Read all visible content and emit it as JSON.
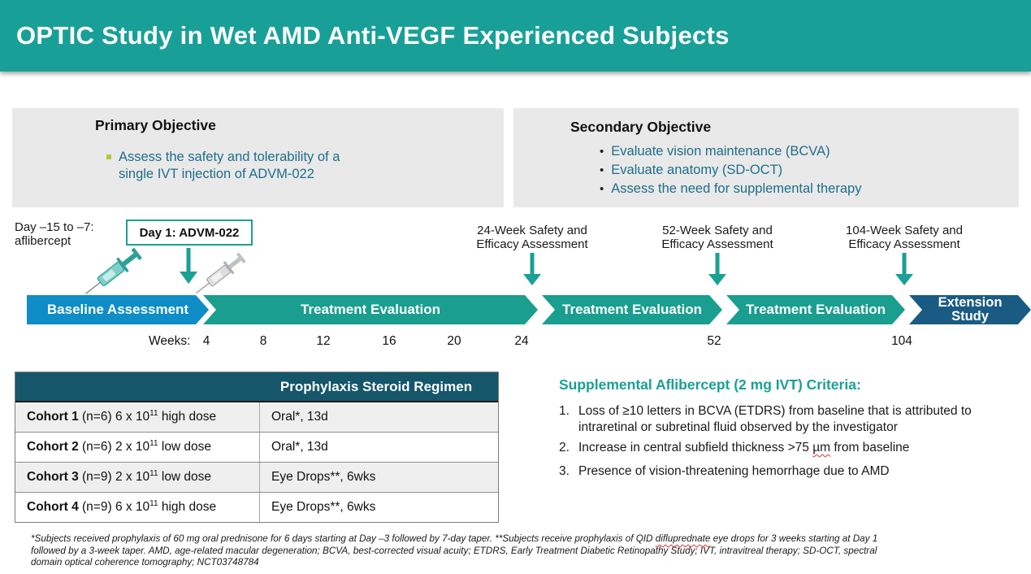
{
  "slide": {
    "title": "OPTIC Study in Wet AMD Anti-VEGF Experienced Subjects"
  },
  "primary_objective": {
    "heading": "Primary Objective",
    "bullet": "Assess the safety and tolerability of a single IVT injection of ADVM-022"
  },
  "secondary_objective": {
    "heading": "Secondary Objective",
    "bullets": [
      "Evaluate vision maintenance (BCVA)",
      "Evaluate anatomy (SD-OCT)",
      "Assess the need for supplemental therapy"
    ]
  },
  "timeline": {
    "pre_treatment_line1": "Day –15 to –7:",
    "pre_treatment_line2": "aflibercept",
    "day1_label": "Day 1: ADVM-022",
    "assessments": [
      {
        "line1": "24-Week Safety and",
        "line2": "Efficacy Assessment"
      },
      {
        "line1": "52-Week Safety and",
        "line2": "Efficacy Assessment"
      },
      {
        "line1": "104-Week Safety and",
        "line2": "Efficacy Assessment"
      }
    ],
    "segments": [
      {
        "label": "Baseline Assessment"
      },
      {
        "label": "Treatment Evaluation"
      },
      {
        "label": "Treatment Evaluation"
      },
      {
        "label": "Treatment Evaluation"
      },
      {
        "label": "Extension Study"
      }
    ],
    "weeks_label": "Weeks:",
    "weeks": [
      "4",
      "8",
      "12",
      "16",
      "20",
      "24",
      "52",
      "104"
    ]
  },
  "table": {
    "header": "Prophylaxis Steroid Regimen",
    "rows": [
      {
        "cohort": "Cohort 1",
        "desc_pre": " (n=6) 6 x 10",
        "sup": "11",
        "desc_post": " high dose",
        "regimen": "Oral*, 13d"
      },
      {
        "cohort": "Cohort 2",
        "desc_pre": " (n=6) 2 x 10",
        "sup": "11",
        "desc_post": " low dose",
        "regimen": "Oral*, 13d"
      },
      {
        "cohort": "Cohort 3",
        "desc_pre": " (n=9) 2 x 10",
        "sup": "11",
        "desc_post": " low dose",
        "regimen": "Eye Drops**, 6wks"
      },
      {
        "cohort": "Cohort 4",
        "desc_pre": " (n=9) 6 x 10",
        "sup": "11",
        "desc_post": " high dose",
        "regimen": "Eye Drops**, 6wks"
      }
    ]
  },
  "criteria": {
    "heading": "Supplemental Aflibercept (2 mg IVT) Criteria:",
    "items": [
      {
        "num": "1.",
        "text": "Loss of ≥10 letters in BCVA (ETDRS) from baseline that is attributed to intraretinal or subretinal fluid observed by the investigator"
      },
      {
        "num": "2.",
        "pre": "Increase in central subfield thickness >75 ",
        "wavy": "µm",
        "post": " from baseline"
      },
      {
        "num": "3.",
        "text": "Presence of vision-threatening hemorrhage due to AMD"
      }
    ]
  },
  "footnote": {
    "part1": "*Subjects received prophylaxis of 60 mg oral prednisone for 6 days starting at Day –3 followed by 7-day taper. **Subjects receive prophylaxis of QID ",
    "wavy": "difluprednate",
    "part2": " eye drops for 3 weeks starting at Day 1 followed by a 3-week taper. AMD, age-related macular degeneration; BCVA, best-corrected visual acuity; ETDRS, Early Treatment Diabetic Retinopathy Study; IVT, intravitreal therapy; SD-OCT, spectral domain optical coherence tomography; NCT03748784"
  },
  "icons": {
    "pre_treatment_syringe": "teal-syringe-icon",
    "day1_syringe": "gray-syringe-icon",
    "timeline_pointer": "down-arrow-icon"
  },
  "colors": {
    "banner_teal": "#18A098",
    "accent_teal": "#1AA095",
    "baseline_blue": "#0E8DC6",
    "treatment_teal": "#1A9E8F",
    "extension_navy": "#1A5B84",
    "table_header_bg": "#15566B",
    "objective_text_teal": "#1E6E8C",
    "bullet_green": "#AFCB3F",
    "box_gray": "#E9E9E9"
  }
}
